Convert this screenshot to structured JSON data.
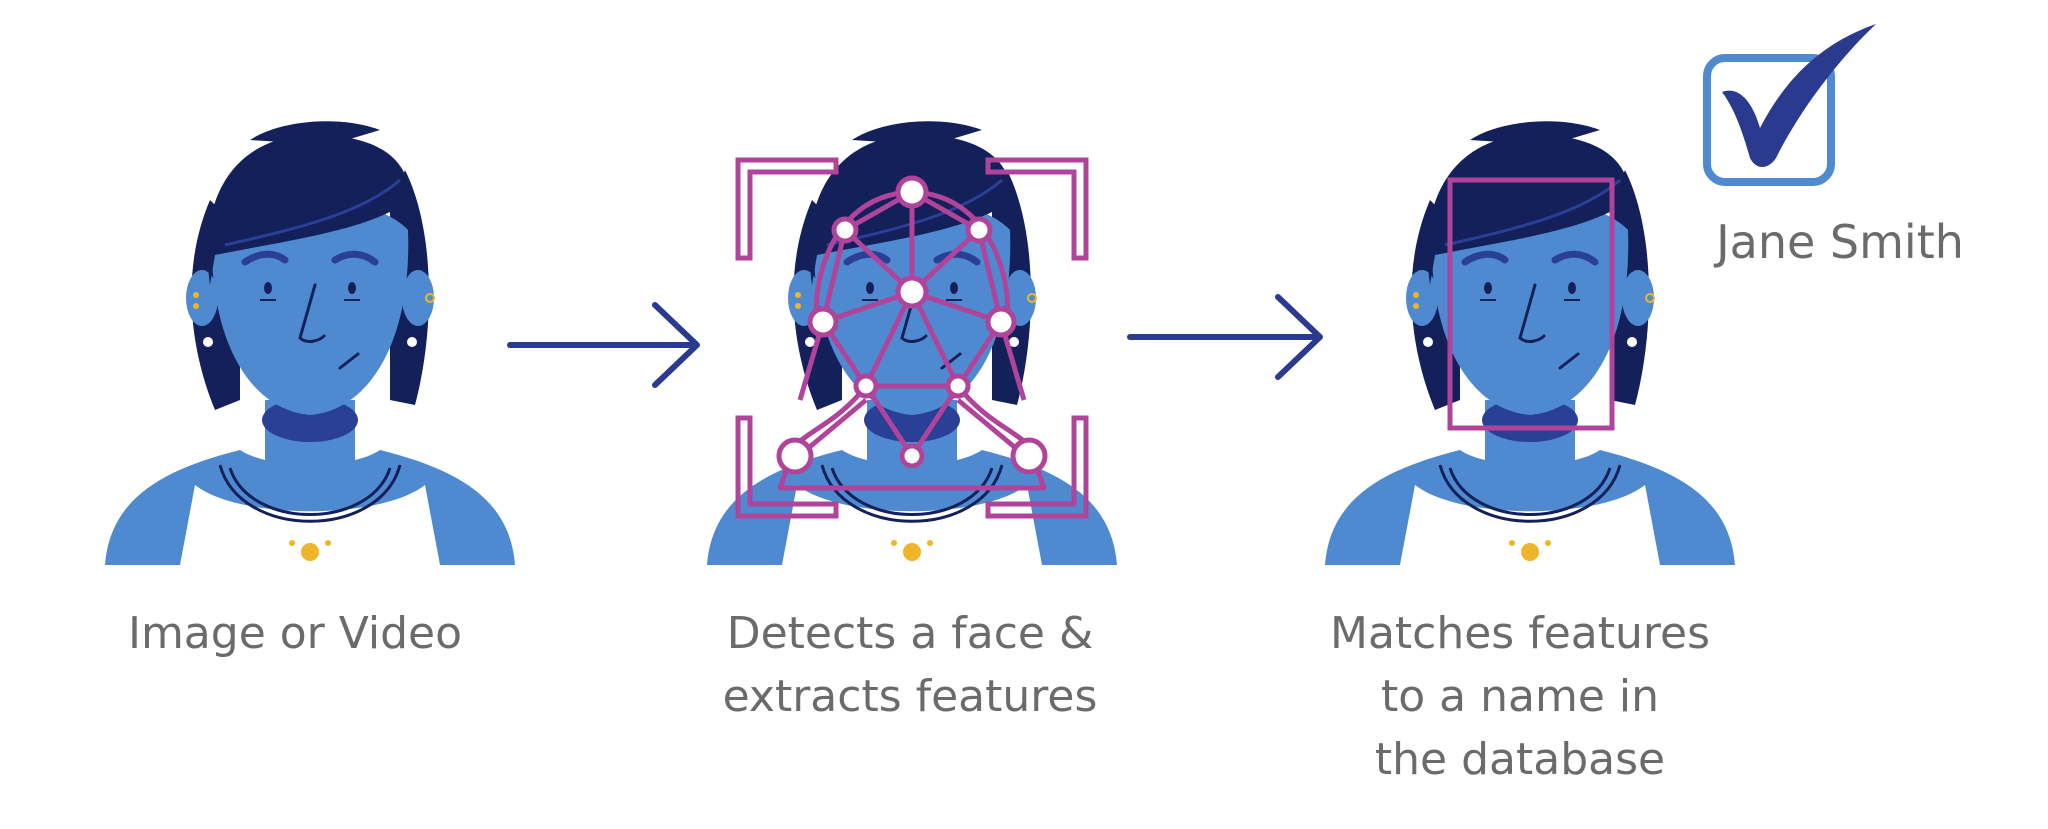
{
  "steps": [
    {
      "id": "input",
      "caption": [
        "Image or Video"
      ]
    },
    {
      "id": "detect",
      "caption": [
        "Detects a face &",
        "extracts features"
      ]
    },
    {
      "id": "match",
      "caption": [
        "Matches features",
        "to a name in",
        "the database"
      ]
    }
  ],
  "match_result": {
    "name": "Jane Smith",
    "icon": "checkmark-box-icon"
  },
  "colors": {
    "skin": "#4f8ad0",
    "hair": "#14205a",
    "hair_highlight": "#2a3f96",
    "arrow": "#2a3a8f",
    "overlay": "#b0449a",
    "check_box": "#4f8ad0",
    "check_mark": "#2a3a8f",
    "accent_gold": "#f0b429",
    "text": "#6b6b6b"
  }
}
